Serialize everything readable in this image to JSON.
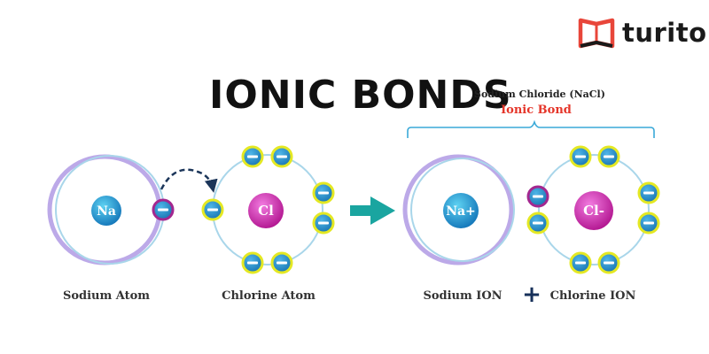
{
  "brand": {
    "name": "turito",
    "logo_icon": "book-icon",
    "logo_color": "#e8463a"
  },
  "title": "IONIC BONDS",
  "compound": {
    "name": "Sodium Chloride (NaCl)",
    "bond": "Ionic Bond"
  },
  "atoms": {
    "sodium_atom": {
      "symbol": "Na",
      "label": "Sodium Atom"
    },
    "chlorine_atom": {
      "symbol": "Cl",
      "label": "Chlorine Atom"
    },
    "sodium_ion": {
      "symbol": "Na+",
      "label": "Sodium ION"
    },
    "chlorine_ion": {
      "symbol": "Cl-",
      "label": "Chlorine ION"
    }
  },
  "plus_sign": "+",
  "colors": {
    "electron_fill": "#1f8fcf",
    "electron_ring": "#e4e823",
    "transferred_electron_ring": "#a3278f",
    "sodium_nucleus": "#1a8fd0",
    "chlorine_nucleus": "#d822a8",
    "orbit_purple": "#b9a7e6",
    "orbit_blue": "#a9d6ea",
    "arrow": "#1aa5a0",
    "bracket": "#3aa9d8",
    "dashed_arrow": "#1b3559"
  }
}
